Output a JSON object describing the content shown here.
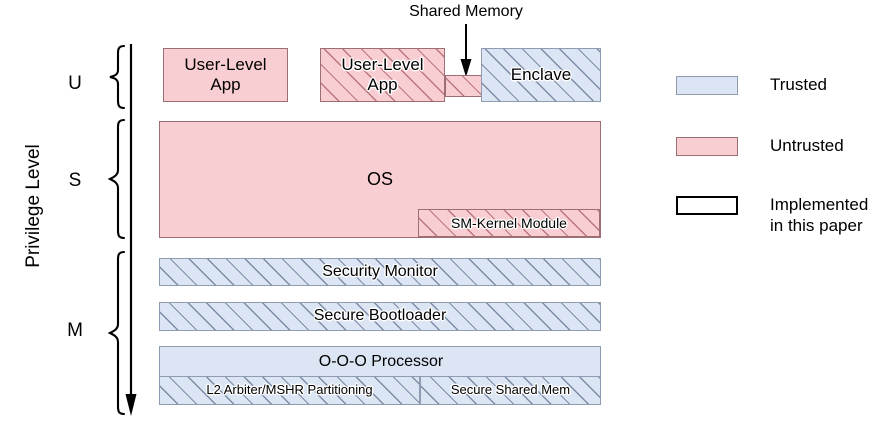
{
  "diagram": {
    "axis": {
      "title": "Privilege Level",
      "levels": [
        {
          "id": "U",
          "label": "U"
        },
        {
          "id": "S",
          "label": "S"
        },
        {
          "id": "M",
          "label": "M"
        }
      ],
      "arrow_direction": "down"
    },
    "annotations": {
      "shared_memory": "Shared Memory"
    },
    "blocks": {
      "user_app_trusted": "User-Level\nApp",
      "user_app_untrusted": "User-Level\nApp",
      "enclave": "Enclave",
      "os": "OS",
      "sm_kernel_module": "SM-Kernel Module",
      "security_monitor": "Security Monitor",
      "secure_bootloader": "Secure Bootloader",
      "processor": "O-O-O Processor",
      "l2_arbiter": "L2 Arbiter/MSHR Partitioning",
      "secure_shared_mem": "Secure Shared Mem"
    }
  },
  "legend": {
    "items": [
      {
        "label": "Trusted",
        "style": "solid-blue",
        "color": "#dce5f3"
      },
      {
        "label": "Untrusted",
        "style": "solid-pink",
        "color": "#f9ced2"
      },
      {
        "label": "Implemented\nin this paper",
        "style": "hatched-white",
        "color": "#ffffff"
      }
    ]
  },
  "colors": {
    "trusted_fill": "#dce5f3",
    "trusted_border": "#8e9bb0",
    "untrusted_fill": "#f9ced2",
    "untrusted_border": "#9c6f74",
    "hatch_blue": "#7d8ca6",
    "hatch_pink": "#b9777d",
    "background": "#ffffff",
    "text": "#000000"
  }
}
